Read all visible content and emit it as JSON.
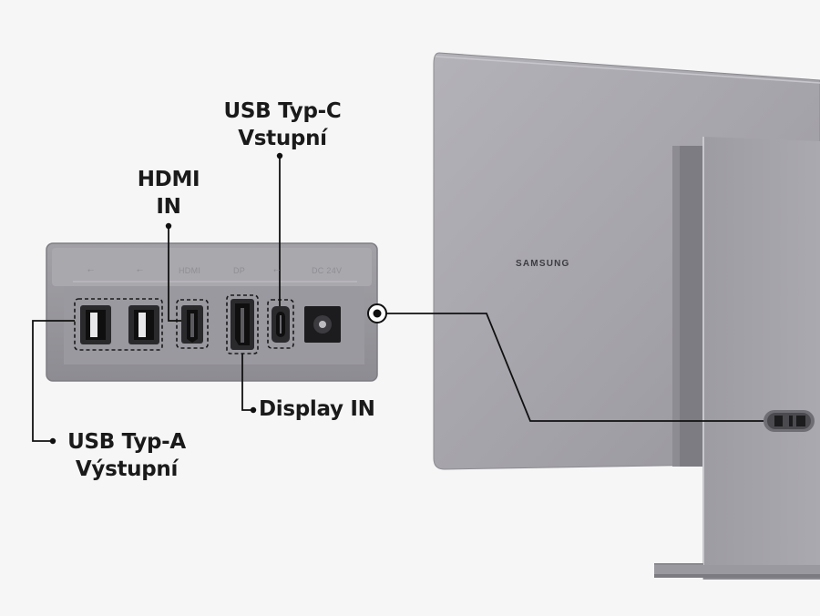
{
  "brand": "SAMSUNG",
  "callouts": {
    "usb_c": {
      "line1": "USB Typ-C",
      "line2": "Vstupní"
    },
    "hdmi": {
      "line1": "HDMI",
      "line2": "IN"
    },
    "display": {
      "line1": "Display IN"
    },
    "usb_a": {
      "line1": "USB Typ-A",
      "line2": "Výstupní"
    }
  },
  "panel_labels": {
    "usb1": "⭠",
    "usb2": "⭠",
    "hdmi": "HDMI",
    "dp": "DP",
    "usbc": "⭠",
    "dc": "DC 24V"
  },
  "colors": {
    "background": "#f6f6f6",
    "monitor_body": "#a7a6ad",
    "panel": "#8f8e94",
    "port": "#1c1c1e",
    "leader_line": "#111111"
  }
}
